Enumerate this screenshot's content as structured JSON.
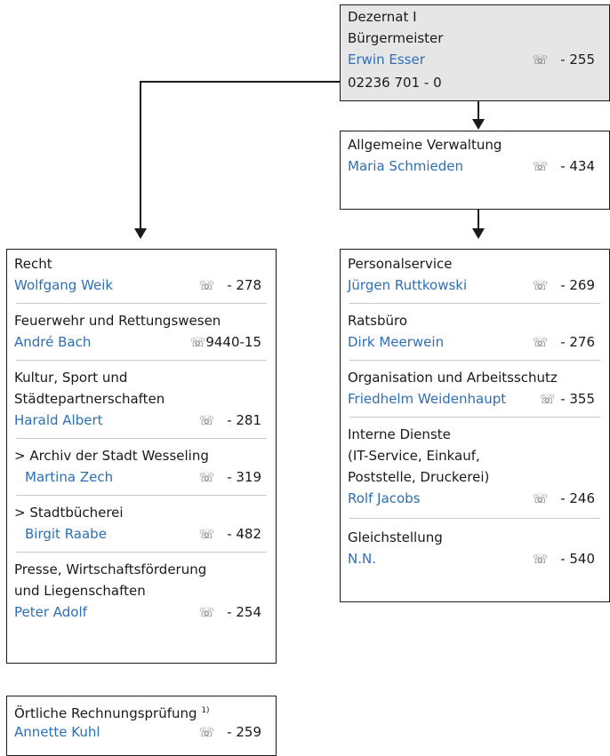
{
  "dezernat": {
    "title": "Dezernat I",
    "role": "Bürgermeister",
    "person": "Erwin Esser",
    "phone": "- 255",
    "main_number": "02236 701 - 0"
  },
  "allgemeine": {
    "title": "Allgemeine Verwaltung",
    "person": "Maria Schmieden",
    "phone": "- 434"
  },
  "left_units": [
    {
      "title": "Recht",
      "person": "Wolfgang Weik",
      "phone": "- 278"
    },
    {
      "title": "Feuerwehr und Rettungswesen",
      "person": "André Bach",
      "phone": "9440-15"
    },
    {
      "title_1": "Kultur, Sport und",
      "title_2": "Städtepartnerschaften",
      "person": "Harald Albert",
      "phone": "- 281"
    },
    {
      "title": "> Archiv der Stadt Wesseling",
      "person": "Martina Zech",
      "phone": "- 319"
    },
    {
      "title": "> Stadtbücherei",
      "person": "Birgit Raabe",
      "phone": "- 482"
    },
    {
      "title_1": "Presse, Wirtschaftsförderung",
      "title_2": "und Liegenschaften",
      "person": "Peter Adolf",
      "phone": "- 254"
    }
  ],
  "right_units": [
    {
      "title": "Personalservice",
      "person": "Jürgen Ruttkowski",
      "phone": "- 269"
    },
    {
      "title": "Ratsbüro",
      "person": "Dirk Meerwein",
      "phone": "- 276"
    },
    {
      "title": "Organisation und Arbeitsschutz",
      "person": "Friedhelm Weidenhaupt",
      "phone": "- 355"
    },
    {
      "title_1": "Interne Dienste",
      "title_2": "(IT-Service, Einkauf,",
      "title_3": "Poststelle, Druckerei)",
      "person": "Rolf Jacobs",
      "phone": "- 246"
    },
    {
      "title": "Gleichstellung",
      "person": "N.N.",
      "phone": "- 540"
    }
  ],
  "pruefung": {
    "title": "Örtliche Rechnungsprüfung",
    "footnote": "1)",
    "person": "Annette Kuhl",
    "phone": "- 259"
  },
  "icons": {
    "phone": "telephone-icon"
  }
}
